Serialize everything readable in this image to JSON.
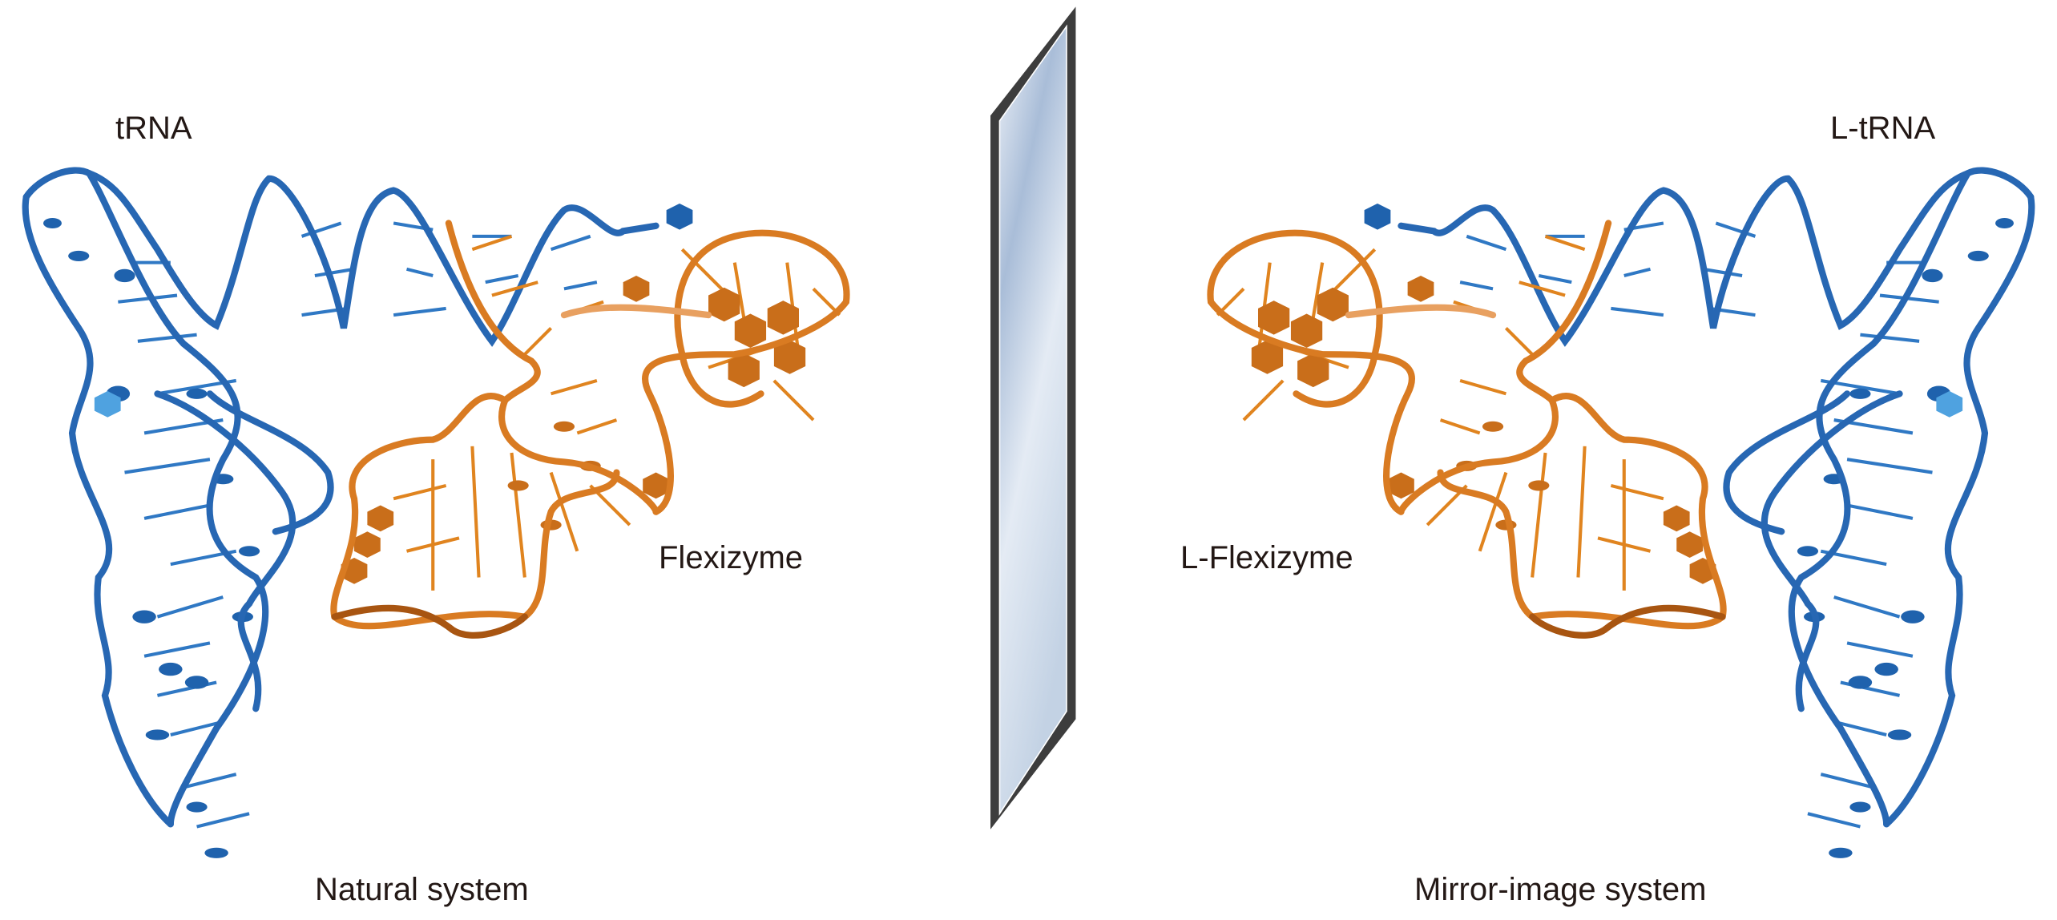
{
  "labels": {
    "trna": "tRNA",
    "l_trna": "L-tRNA",
    "flexizyme": "Flexizyme",
    "l_flexizyme": "L-Flexizyme",
    "natural_system": "Natural system",
    "mirror_system": "Mirror-image system"
  },
  "colors": {
    "trna": "#2a6cb8",
    "flexizyme": "#d97b22",
    "mirror_frame": "#3d3d3d",
    "mirror_glass": "#c8d6e8"
  }
}
